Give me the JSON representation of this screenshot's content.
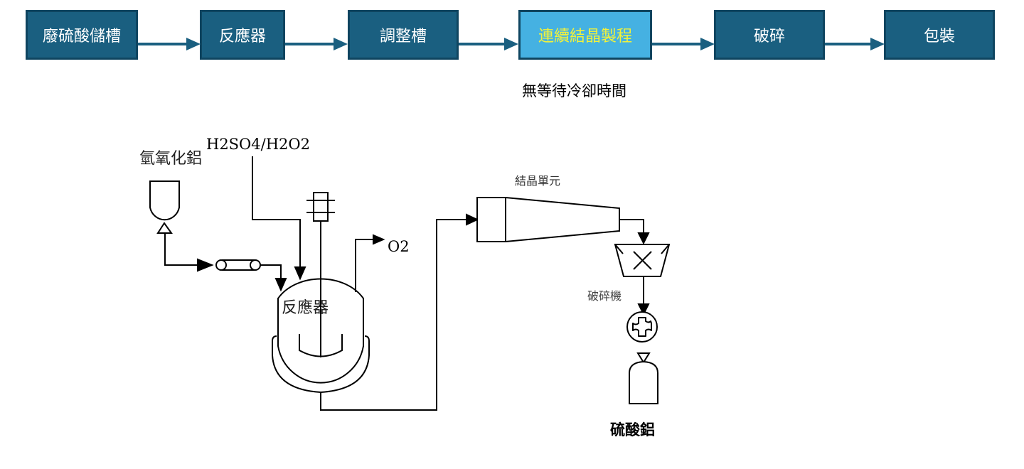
{
  "flow": {
    "steps": [
      {
        "label": "廢硫酸儲槽",
        "highlight": false
      },
      {
        "label": "反應器",
        "highlight": false
      },
      {
        "label": "調整槽",
        "highlight": false
      },
      {
        "label": "連續結晶製程",
        "highlight": true
      },
      {
        "label": "破碎",
        "highlight": false
      },
      {
        "label": "包裝",
        "highlight": false
      }
    ],
    "note": "無等待冷卻時間",
    "colors": {
      "box": "#1a5f80",
      "box_border": "#0f4560",
      "highlight_box": "#45b1e2",
      "highlight_text": "#f2f23a",
      "arrow": "#1a5f80"
    }
  },
  "pfd": {
    "feed_acid_label": "H2SO4/H2O2",
    "feed_solid_label": "氫氧化鋁",
    "reactor_label": "反應器",
    "vent_label": "O2",
    "crystallizer_label": "結晶單元",
    "crusher_label": "破碎機",
    "product_label": "硫酸鋁"
  }
}
